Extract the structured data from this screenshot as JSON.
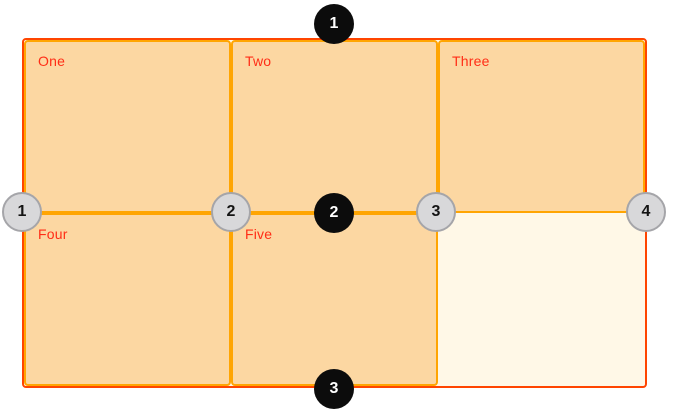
{
  "colors": {
    "pageBg": "#ffffff",
    "containerBorder": "#ff4500",
    "containerBg": "#fff8e7",
    "cellBorder": "#ffa502",
    "cellBg": "#fcd7a2",
    "labelColor": "#ff2d16",
    "rowMarkerBg": "#0c0c0c",
    "rowMarkerText": "#ffffff",
    "colMarkerBg": "#d8d8da",
    "colMarkerBorder": "#a5a5a9",
    "colMarkerText": "#141414"
  },
  "grid": {
    "cells": [
      {
        "label": "One"
      },
      {
        "label": "Two"
      },
      {
        "label": "Three"
      },
      {
        "label": "Four"
      },
      {
        "label": "Five"
      }
    ],
    "empty_cells": 1
  },
  "markers": {
    "rows": [
      "1",
      "2",
      "3"
    ],
    "columns": [
      "1",
      "2",
      "3",
      "4"
    ]
  }
}
